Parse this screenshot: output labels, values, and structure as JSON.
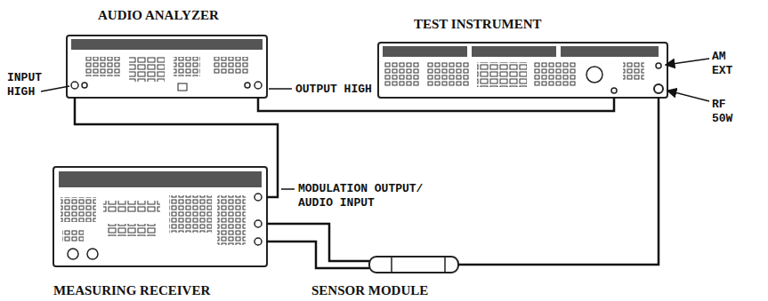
{
  "diagram": {
    "nodes": [
      {
        "text": [
          "AUDIO ANALYZER"
        ]
      },
      {
        "text": [
          "TEST INSTRUMENT"
        ]
      },
      {
        "text": [
          "MEASURING RECEIVER"
        ]
      },
      {
        "text": [
          "SENSOR MODULE"
        ]
      }
    ],
    "edges": [
      {
        "from": 0,
        "to": 1,
        "arrow": "none"
      },
      {
        "from": 0,
        "to": 2,
        "arrow": "none"
      },
      {
        "from": 1,
        "to": 3,
        "arrow": "none"
      },
      {
        "from": 3,
        "to": 2,
        "arrow": "none"
      },
      {
        "from": 3,
        "to": 2,
        "arrow": "none"
      }
    ],
    "labels": [
      "INPUT HIGH",
      "OUTPUT HIGH",
      "AM EXT",
      "RF 50W",
      "MODULATION OUTPUT/ AUDIO INPUT"
    ]
  }
}
